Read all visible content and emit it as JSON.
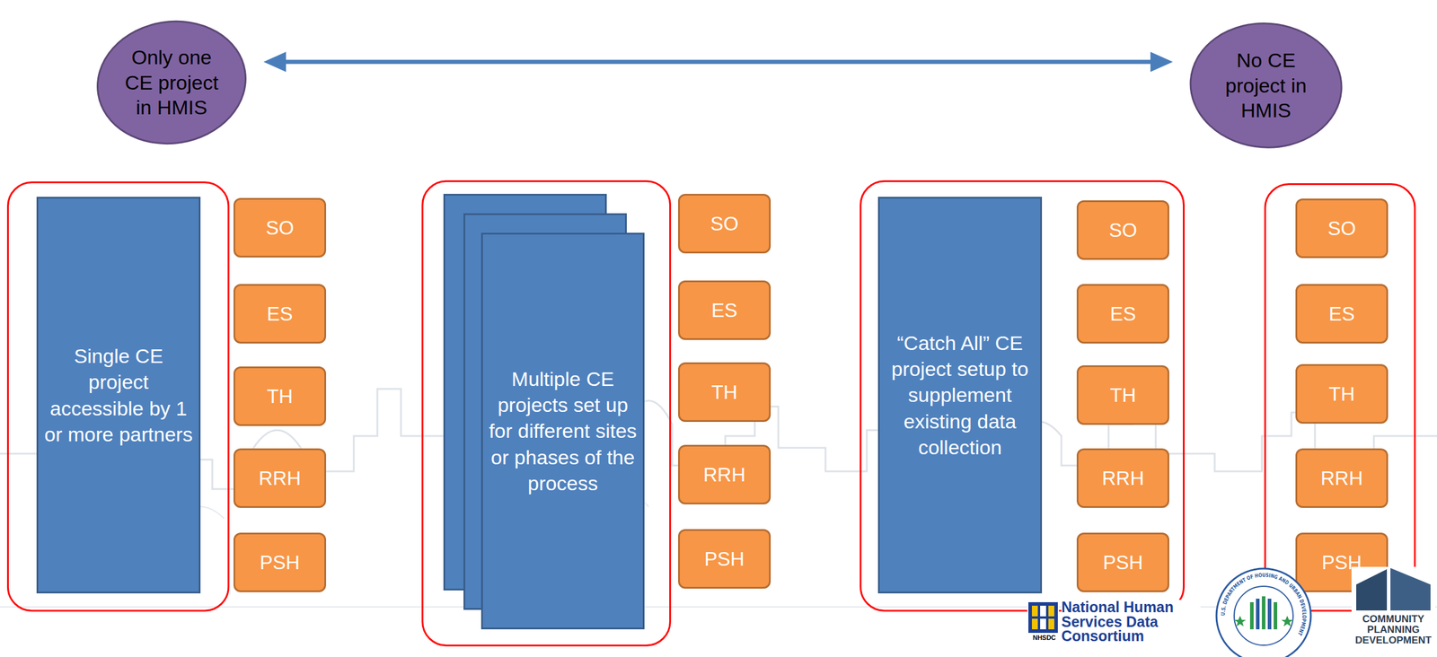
{
  "diagram": {
    "nodes": [
      {
        "text": [
          "Only one CE project in HMIS"
        ]
      },
      {
        "text": [
          "No CE project in HMIS"
        ]
      },
      {
        "text": []
      },
      {
        "text": [
          "Single CE project accessible by 1 or more partners"
        ],
        "in": 2
      },
      {
        "text": [
          "SO"
        ]
      },
      {
        "text": [
          "ES"
        ]
      },
      {
        "text": [
          "TH"
        ]
      },
      {
        "text": [
          "RRH"
        ]
      },
      {
        "text": [
          "PSH"
        ]
      },
      {
        "text": []
      },
      {
        "text": [
          "Multiple CE projects set up for different sites or phases of the process"
        ],
        "in": 9
      },
      {
        "text": [
          "SO"
        ]
      },
      {
        "text": [
          "ES"
        ]
      },
      {
        "text": [
          "TH"
        ]
      },
      {
        "text": [
          "RRH"
        ]
      },
      {
        "text": [
          "PSH"
        ]
      },
      {
        "text": []
      },
      {
        "text": [
          "“Catch All” CE project setup to supplement existing data collection"
        ],
        "in": 16
      },
      {
        "text": [
          "SO"
        ],
        "in": 16
      },
      {
        "text": [
          "ES"
        ],
        "in": 16
      },
      {
        "text": [
          "TH"
        ],
        "in": 16
      },
      {
        "text": [
          "RRH"
        ],
        "in": 16
      },
      {
        "text": [
          "PSH"
        ],
        "in": 16
      },
      {
        "text": []
      },
      {
        "text": [
          "SO"
        ],
        "in": 23
      },
      {
        "text": [
          "ES"
        ],
        "in": 23
      },
      {
        "text": [
          "TH"
        ],
        "in": 23
      },
      {
        "text": [
          "RRH"
        ],
        "in": 23
      },
      {
        "text": [
          "PSH"
        ],
        "in": 23
      }
    ],
    "edges": [
      {
        "from": 0,
        "to": 1,
        "arrow": "both"
      }
    ],
    "labels": [
      "National Human Services Data Consortium",
      "NHSDC",
      "U.S. DEPARTMENT OF HOUSING AND URBAN DEVELOPMENT",
      "COMMUNITY PLANNING DEVELOPMENT"
    ]
  }
}
